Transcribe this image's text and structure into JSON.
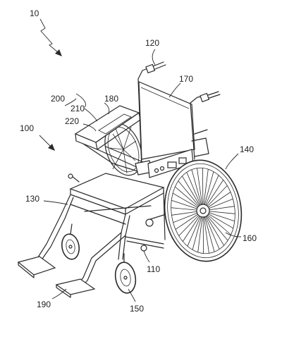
{
  "figure": {
    "references": {
      "r10": "10",
      "r100": "100",
      "r110": "110",
      "r120": "120",
      "r130": "130",
      "r140": "140",
      "r150": "150",
      "r160": "160",
      "r170": "170",
      "r180": "180",
      "r190": "190",
      "r200": "200",
      "r210": "210",
      "r220": "220"
    }
  }
}
